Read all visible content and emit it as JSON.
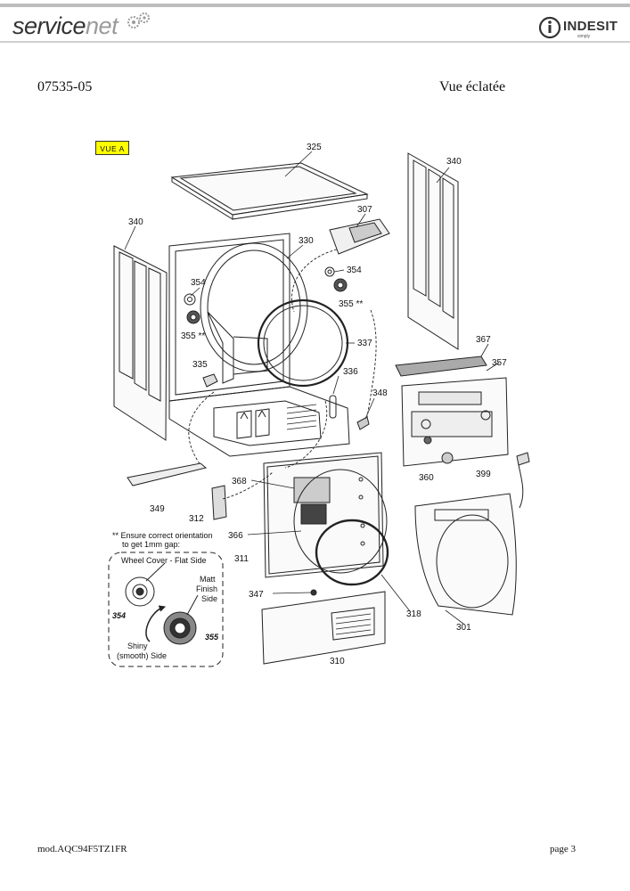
{
  "header": {
    "logo_text_a": "service",
    "logo_text_b": "net",
    "brand_name": "INDESIT",
    "brand_sub": "simply"
  },
  "document": {
    "code": "07535-05",
    "view_title": "Vue éclatée",
    "view_badge": "VUE A"
  },
  "parts": {
    "p325": "325",
    "p340a": "340",
    "p340b": "340",
    "p307": "307",
    "p330": "330",
    "p354a": "354",
    "p354b": "354",
    "p355a": "355 **",
    "p355b": "355 **",
    "p335": "335",
    "p337": "337",
    "p336": "336",
    "p348": "348",
    "p367": "367",
    "p357": "357",
    "p349": "349",
    "p368": "368",
    "p312": "312",
    "p366": "366",
    "p311": "311",
    "p347": "347",
    "p310": "310",
    "p318": "318",
    "p301": "301",
    "p360": "360",
    "p399": "399"
  },
  "detail": {
    "note_line1": "** Ensure correct orientation",
    "note_line2": "to get 1mm gap:",
    "wheel_cover": "Wheel Cover - Flat Side",
    "matt_1": "Matt",
    "matt_2": "Finish",
    "matt_3": "Side",
    "shiny_1": "Shiny",
    "shiny_2": "(smooth) Side",
    "num_354": "354",
    "num_355": "355"
  },
  "footer": {
    "model": "mod.AQC94F5TZ1FR",
    "page": "page 3"
  }
}
